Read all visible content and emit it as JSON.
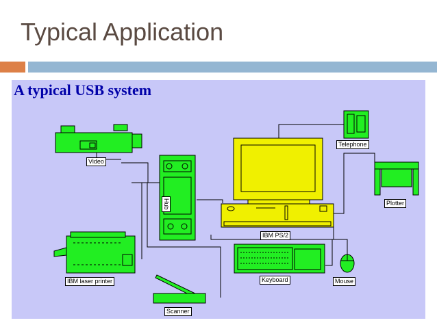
{
  "slide": {
    "title": "Typical Application"
  },
  "diagram": {
    "heading": "A typical USB system",
    "labels": {
      "video": "Video",
      "telephone": "Telephone",
      "hub": "Hub",
      "plotter": "Plotter",
      "ibm_ps2": "IBM PS/2",
      "ibm_laser_printer": "IBM laser printer",
      "keyboard": "Keyboard",
      "mouse": "Mouse",
      "scanner": "Scanner"
    },
    "colors": {
      "device_green": "#22ee22",
      "computer_yellow": "#f0f000",
      "background": "#c8c8f8",
      "heading": "#0000a8"
    }
  }
}
